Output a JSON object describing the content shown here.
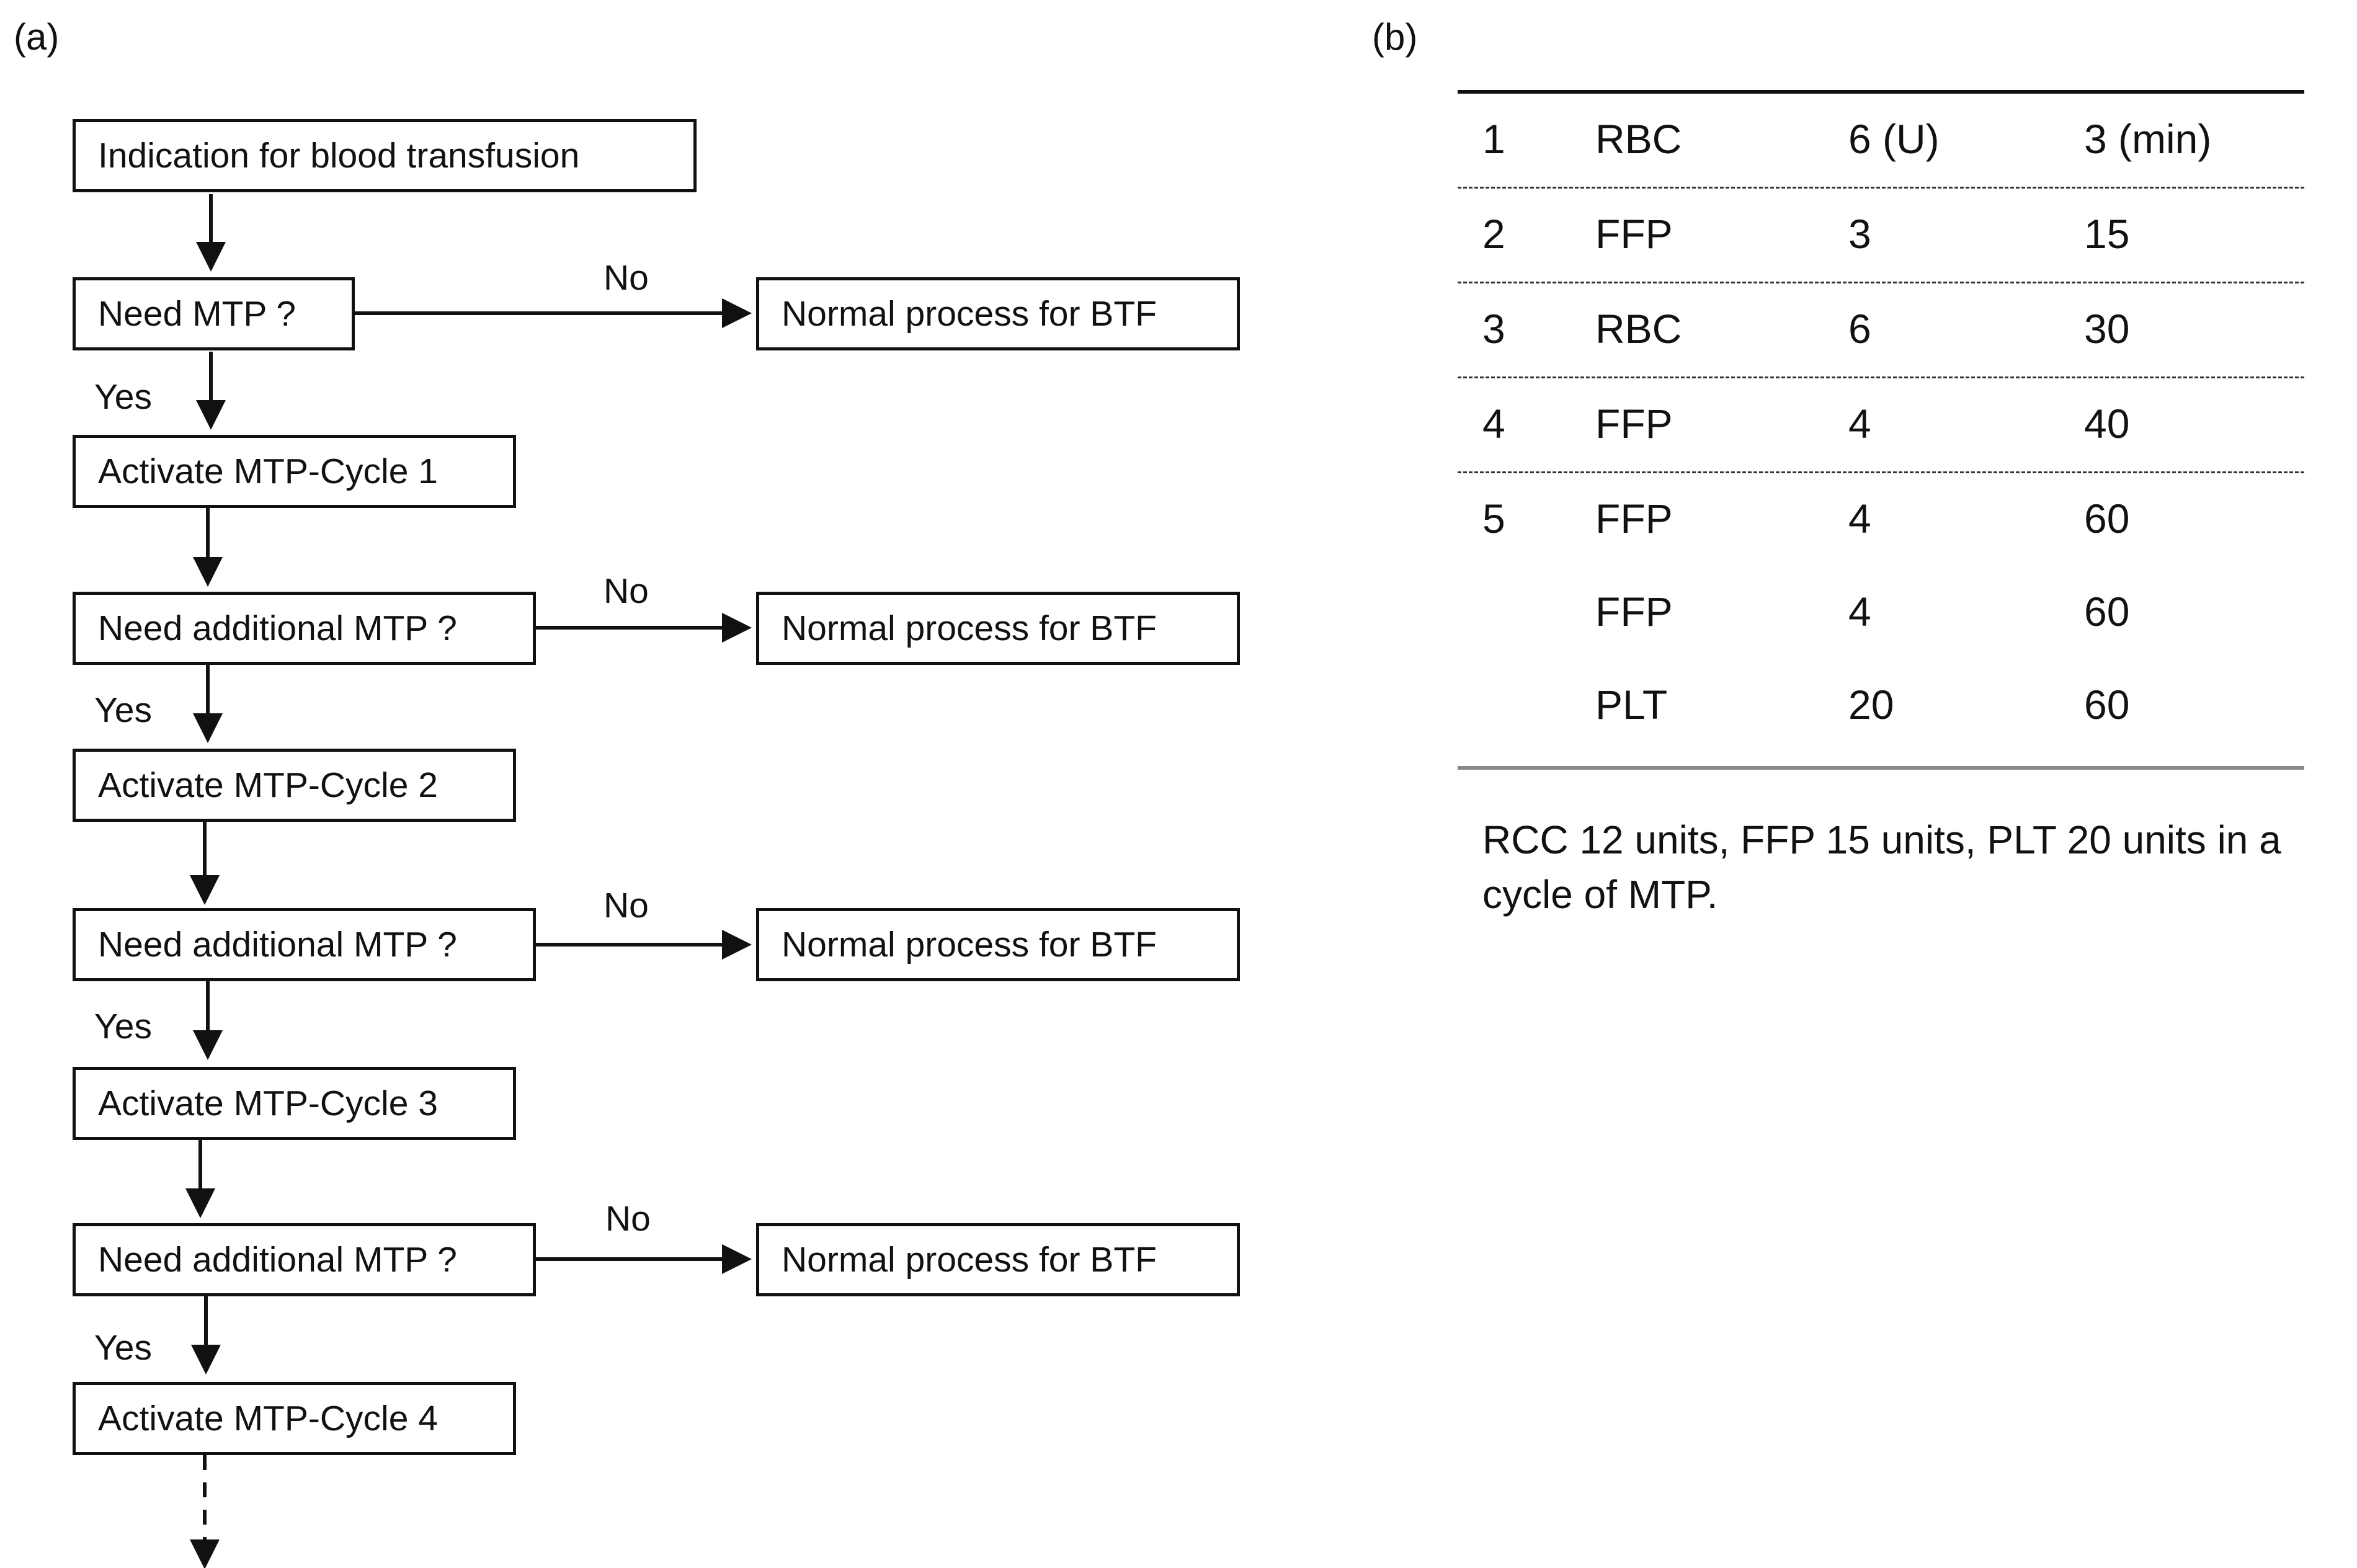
{
  "panels": {
    "a": "(a)",
    "b": "(b)"
  },
  "flowchart": {
    "start": "Indication for  blood transfusion",
    "decision_first": "Need MTP ?",
    "decision_additional": "Need additional MTP ?",
    "normal_process": "Normal process for BTF",
    "cycles": [
      "Activate MTP-Cycle 1",
      "Activate MTP-Cycle 2",
      "Activate MTP-Cycle 3",
      "Activate MTP-Cycle 4"
    ],
    "yes_label": "Yes",
    "no_label": "No"
  },
  "table": {
    "rows": [
      [
        "1",
        "RBC",
        "6 (U)",
        "3 (min)"
      ],
      [
        "2",
        "FFP",
        "3",
        "15"
      ],
      [
        "3",
        "RBC",
        "6",
        "30"
      ],
      [
        "4",
        "FFP",
        "4",
        "40"
      ],
      [
        "5",
        "FFP",
        "4",
        "60"
      ],
      [
        "",
        "FFP",
        "4",
        "60"
      ],
      [
        "",
        "PLT",
        "20",
        "60"
      ]
    ],
    "note": "RCC 12 units, FFP 15 units, PLT 20 units in a cycle of MTP."
  }
}
